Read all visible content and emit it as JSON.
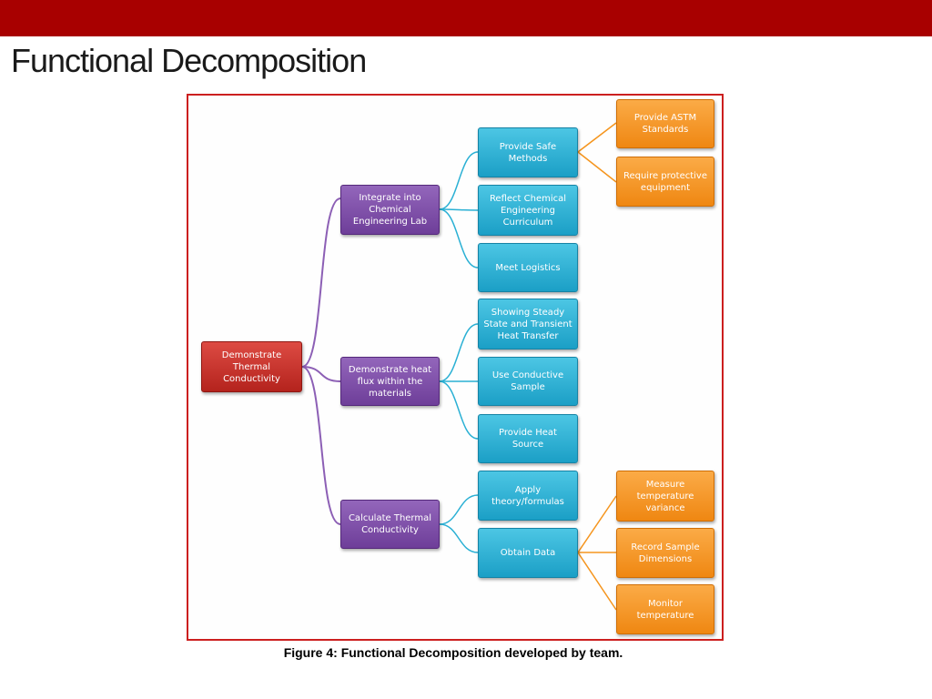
{
  "slide": {
    "title": "Functional Decomposition",
    "caption": "Figure 4: Functional Decomposition developed by team."
  },
  "colors": {
    "top_bar": "#a80000",
    "frame_border": "#cc1f1f",
    "root_node": "#c42d26",
    "level1_node": "#7e4da8",
    "level2_node": "#2ab0d4",
    "level3_node": "#f5951e",
    "purple_connector": "#8c5fb5",
    "blue_connector": "#2ab0d4",
    "orange_connector": "#f5951e"
  },
  "diagram": {
    "root": {
      "label": "Demonstrate\nThermal\nConductivity"
    },
    "level1": [
      {
        "label": "Integrate into\nChemical\nEngineering Lab"
      },
      {
        "label": "Demonstrate heat\nflux within the\nmaterials"
      },
      {
        "label": "Calculate Thermal\nConductivity"
      }
    ],
    "level2": [
      {
        "label": "Provide Safe\nMethods"
      },
      {
        "label": "Reflect Chemical\nEngineering\nCurriculum"
      },
      {
        "label": "Meet Logistics"
      },
      {
        "label": "Showing Steady\nState and Transient\nHeat Transfer"
      },
      {
        "label": "Use Conductive\nSample"
      },
      {
        "label": "Provide Heat Source"
      },
      {
        "label": "Apply\ntheory/formulas"
      },
      {
        "label": "Obtain Data"
      }
    ],
    "level3": [
      {
        "label": "Provide ASTM\nStandards"
      },
      {
        "label": "Require protective\nequipment"
      },
      {
        "label": "Measure\ntemperature\nvariance"
      },
      {
        "label": "Record Sample\nDimensions"
      },
      {
        "label": "Monitor\ntemperature"
      }
    ]
  }
}
